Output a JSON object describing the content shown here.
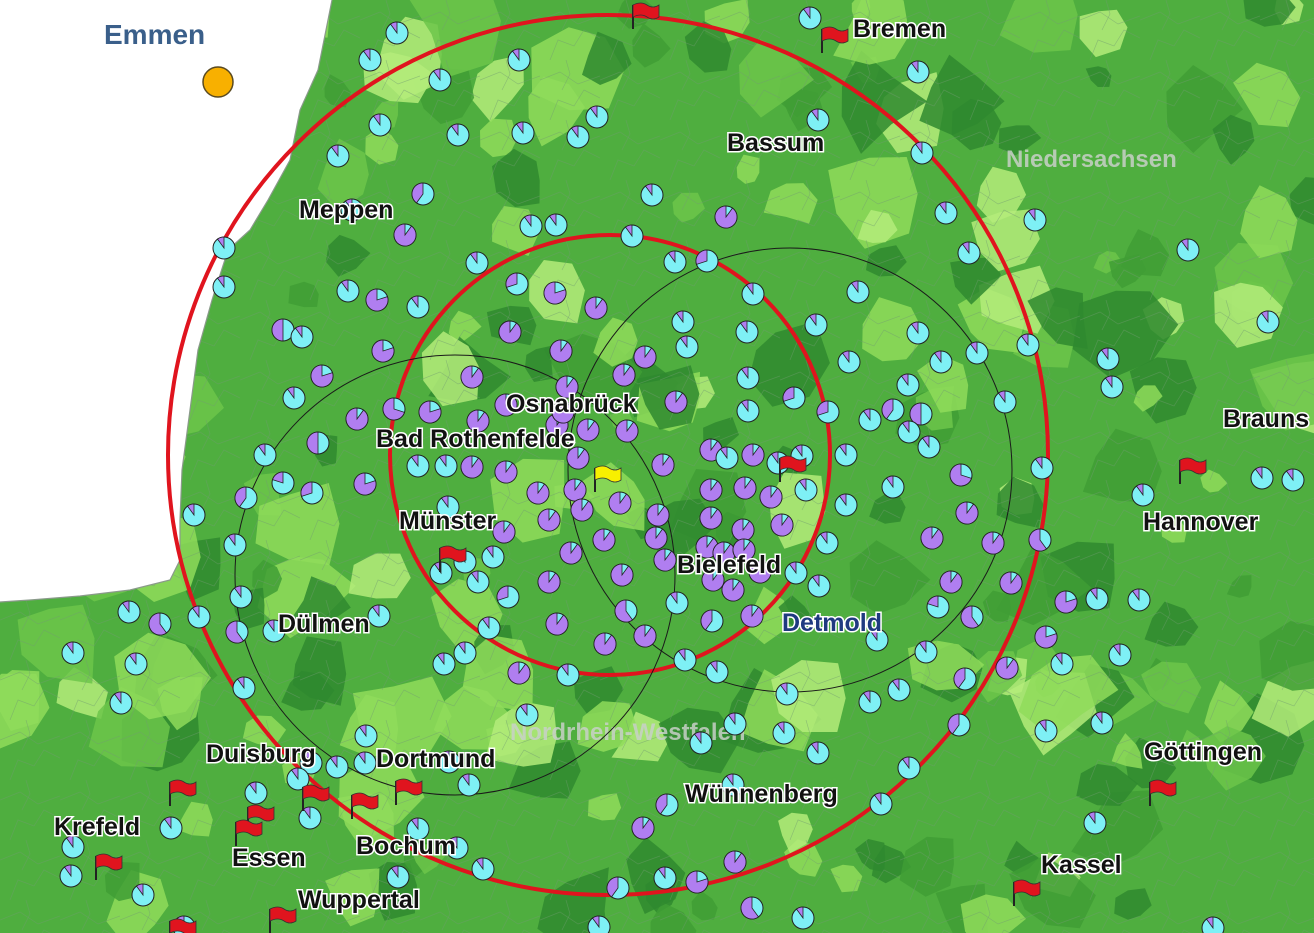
{
  "colors": {
    "sea": "#ffffff",
    "land_dark": "#2f8a2f",
    "land_mid": "#4fae3f",
    "land_light": "#8fdc5a",
    "land_pale": "#b4ec7a",
    "pie_cyan": "#7ef0f5",
    "pie_purple": "#b07ef0",
    "ring_red": "#e0141e",
    "ring_black": "#1a1a1a",
    "flag_red": "#e0141e",
    "flag_yellow": "#f8f000",
    "emmen_dot": "#f8b000",
    "label_dark": "#111111",
    "label_blue": "#1f3a80"
  },
  "cities": [
    {
      "name": "Emmen"
    },
    {
      "name": "Bremen"
    },
    {
      "name": "Bassum"
    },
    {
      "name": "Meppen"
    },
    {
      "name": "Osnabrück"
    },
    {
      "name": "Bad Rothenfelde"
    },
    {
      "name": "Münster"
    },
    {
      "name": "Bielefeld"
    },
    {
      "name": "Detmold"
    },
    {
      "name": "Dülmen"
    },
    {
      "name": "Duisburg"
    },
    {
      "name": "Dortmund"
    },
    {
      "name": "Krefeld"
    },
    {
      "name": "Essen"
    },
    {
      "name": "Bochum"
    },
    {
      "name": "Wuppertal"
    },
    {
      "name": "Wünnenberg"
    },
    {
      "name": "Hannover"
    },
    {
      "name": "Göttingen"
    },
    {
      "name": "Kassel"
    },
    {
      "name": "Brauns"
    }
  ],
  "regions": [
    {
      "name": "Niedersachsen"
    },
    {
      "name": "Nordrhein-Westfalen"
    }
  ]
}
